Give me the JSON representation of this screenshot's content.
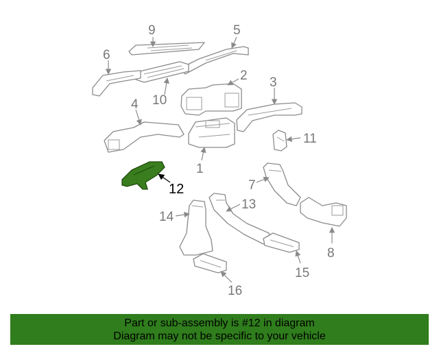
{
  "diagram": {
    "labels": {
      "p1": "1",
      "p2": "2",
      "p3": "3",
      "p4": "4",
      "p5": "5",
      "p6": "6",
      "p7": "7",
      "p8": "8",
      "p9": "9",
      "p10": "10",
      "p11": "11",
      "p12": "12",
      "p13": "13",
      "p14": "14",
      "p15": "15",
      "p16": "16"
    },
    "highlight_part": "12",
    "highlight_color": "#3a7d1e"
  },
  "banner": {
    "line1": "Part or sub-assembly is #12 in diagram",
    "line2": "Diagram may not be specific to your vehicle",
    "background": "#2f7d1c"
  }
}
